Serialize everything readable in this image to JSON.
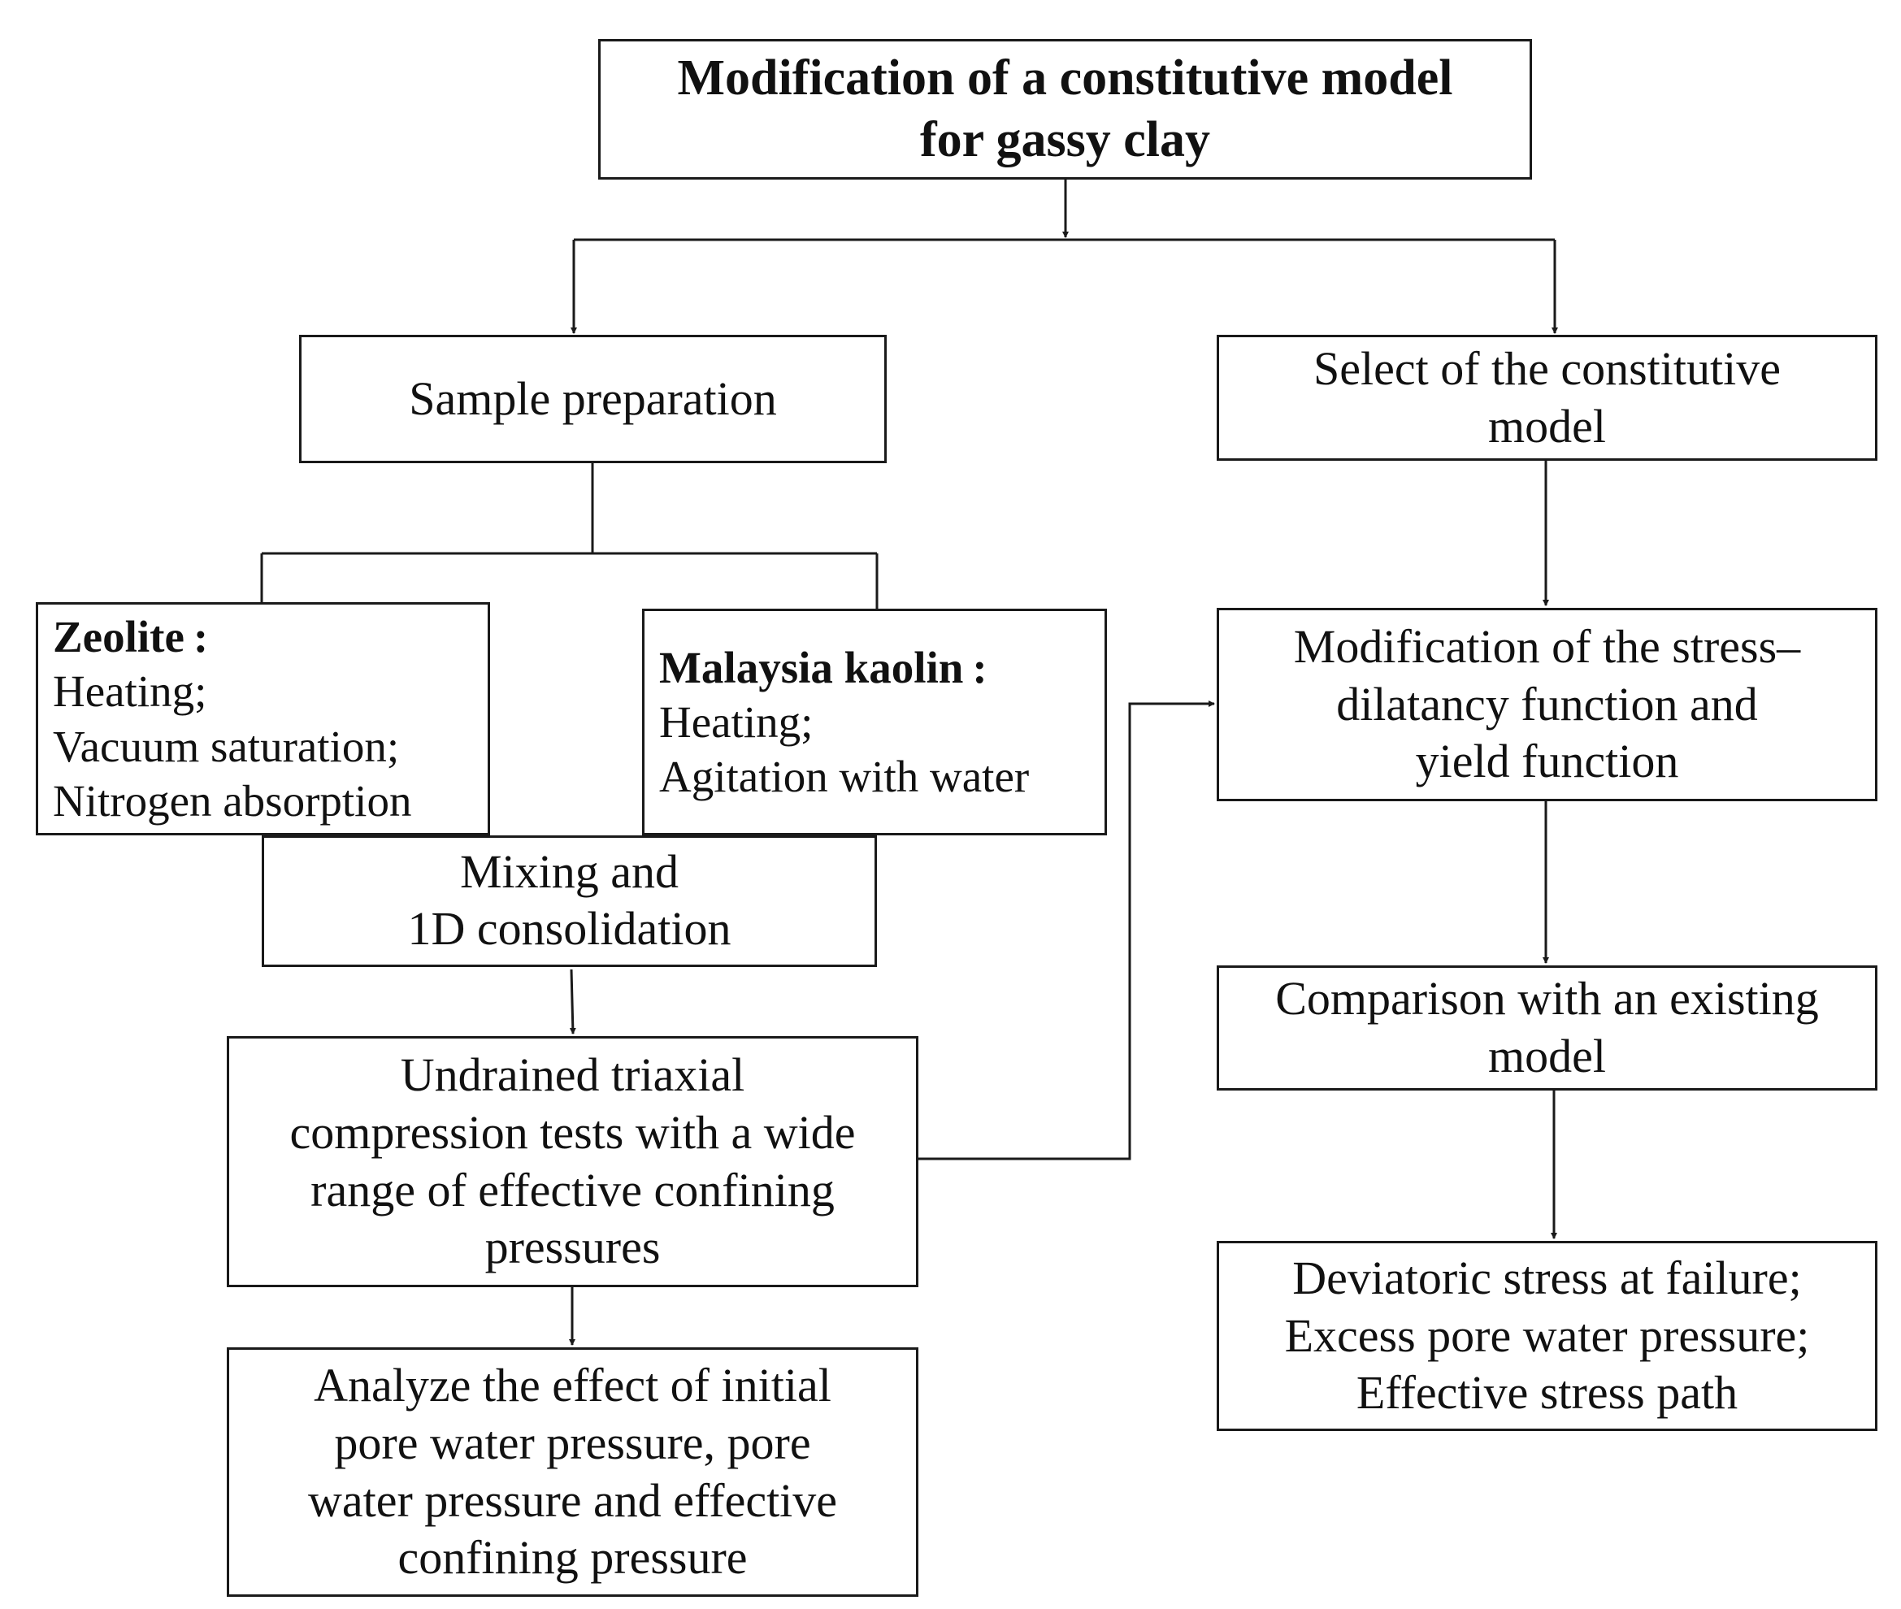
{
  "diagram": {
    "title": {
      "lines": [
        "Modification of a constitutive model",
        "for gassy clay"
      ]
    },
    "sample_preparation": {
      "lines": [
        "Sample preparation"
      ]
    },
    "select_model": {
      "lines": [
        "Select of the constitutive",
        "model"
      ]
    },
    "zeolite": {
      "heading": "Zeolite :",
      "lines": [
        "Heating;",
        "Vacuum saturation;",
        "Nitrogen absorption"
      ]
    },
    "kaolin": {
      "heading": "Malaysia kaolin :",
      "lines": [
        "Heating;",
        "Agitation with water"
      ]
    },
    "mixing": {
      "lines": [
        "Mixing and",
        "1D consolidation"
      ]
    },
    "modification_functions": {
      "lines": [
        "Modification of the stress–",
        "dilatancy function and",
        "yield function"
      ]
    },
    "comparison": {
      "lines": [
        "Comparison with an existing",
        "model"
      ]
    },
    "undrained_tests": {
      "lines": [
        "Undrained triaxial",
        "compression tests with a wide",
        "range of effective confining",
        "pressures"
      ]
    },
    "analyze_effect": {
      "lines": [
        "Analyze the effect of initial",
        "pore water pressure, pore",
        "water pressure and effective",
        "confining pressure"
      ]
    },
    "results": {
      "lines": [
        "Deviatoric stress at failure;",
        "Excess pore water pressure;",
        "Effective stress path"
      ]
    },
    "colors": {
      "line": "#1a1a1a",
      "background": "#ffffff"
    }
  }
}
